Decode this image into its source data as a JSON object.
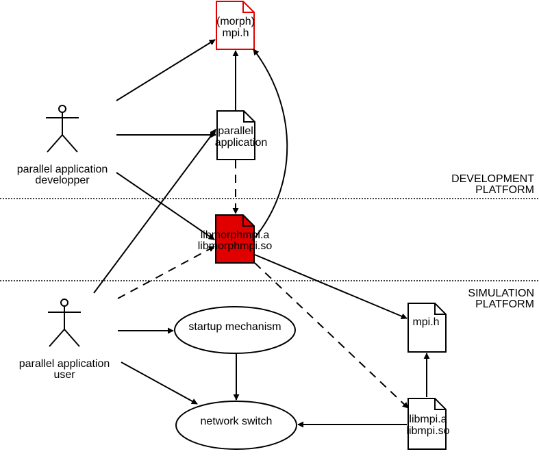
{
  "platforms": {
    "development": [
      "DEVELOPMENT",
      "PLATFORM"
    ],
    "simulation": [
      "SIMULATION",
      "PLATFORM"
    ]
  },
  "actors": {
    "developer": [
      "parallel application",
      "developper"
    ],
    "user": [
      "parallel application",
      "user"
    ]
  },
  "documents": {
    "morph_header": [
      "(morph)",
      "mpi.h"
    ],
    "parallel_app": [
      "parallel",
      "application"
    ],
    "libmorphmpi": [
      "libmorphmpi.a",
      "libmorphmpi.so"
    ],
    "mpi_header": [
      "mpi.h"
    ],
    "libmpi": [
      "libmpi.a",
      "libmpi.so"
    ]
  },
  "processes": {
    "startup": "startup mechanism",
    "network": "network switch"
  },
  "colors": {
    "highlight_red": "#e00000",
    "line": "#000000",
    "background": "#ffffff"
  }
}
